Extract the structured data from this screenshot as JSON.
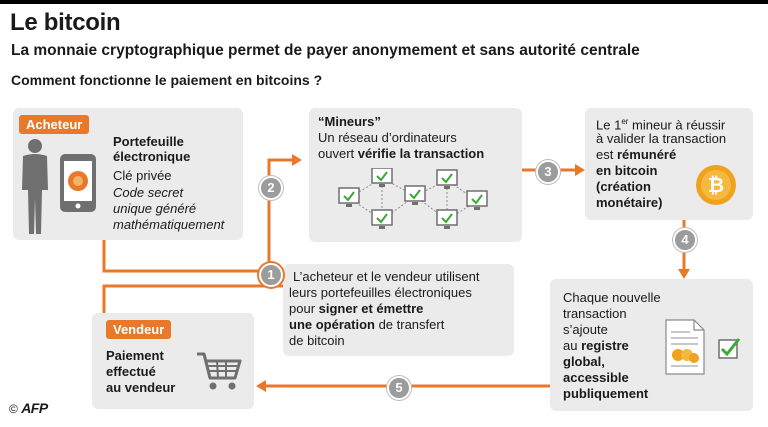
{
  "header": {
    "title": "Le bitcoin",
    "subtitle": "La monnaie cryptographique permet de payer anonymement et sans autorité centrale",
    "question": "Comment fonctionne le paiement en bitcoins ?"
  },
  "buyer": {
    "tag": "Acheteur",
    "wallet_line1": "Portefeuille",
    "wallet_line2": "électronique",
    "key": "Clé privée",
    "code_line1": "Code secret",
    "code_line2": "unique généré",
    "code_line3": "mathématiquement"
  },
  "miners": {
    "title": "“Mineurs”",
    "line1": "Un réseau d’ordinateurs",
    "line2_plain": "ouvert ",
    "line2_bold": "vérifie la transaction"
  },
  "first_miner": {
    "line1_a": "Le 1",
    "line1_sup": "er",
    "line1_b": " mineur à réussir",
    "line2": "à valider la transaction",
    "line3_plain": "est ",
    "line3_bold": "rémunéré",
    "line4": "en bitcoin",
    "line5": "(création",
    "line6": "monétaire)"
  },
  "step1": {
    "line1": "L’acheteur et le vendeur utilisent",
    "line2": "leurs portefeuilles électroniques",
    "line3_plain": "pour ",
    "line3_bold": "signer et émettre",
    "line4_bold": "une opération",
    "line4_plain": " de transfert",
    "line5": "de bitcoin"
  },
  "registry": {
    "line1": "Chaque nouvelle",
    "line2": "transaction",
    "line3": "s’ajoute",
    "line4_plain": "au ",
    "line4_bold": "registre",
    "line5": "global,",
    "line6": "accessible",
    "line7": "publiquement"
  },
  "seller": {
    "tag": "Vendeur",
    "line1": "Paiement",
    "line2": "effectué",
    "line3": "au vendeur"
  },
  "steps": [
    "1",
    "2",
    "3",
    "4",
    "5"
  ],
  "credit": {
    "symbol": "©",
    "agency": "AFP"
  },
  "colors": {
    "accent": "#e8792b",
    "panel": "#ebebeb",
    "badge": "#9c9c9c",
    "check": "#3aa935"
  },
  "icons": [
    "person-icon",
    "phone-wallet-icon",
    "computer-network-icon",
    "bitcoin-coin-icon",
    "ledger-document-icon",
    "checkbox-icon",
    "shopping-cart-icon"
  ]
}
